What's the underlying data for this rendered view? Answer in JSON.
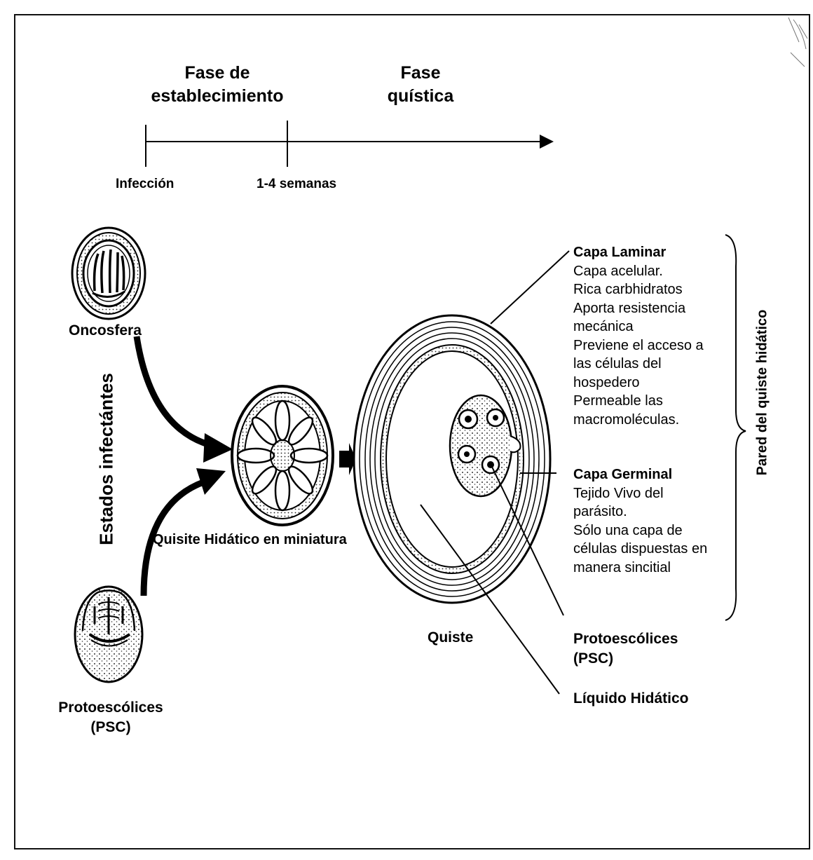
{
  "timeline": {
    "phase_establishment_line1": "Fase de",
    "phase_establishment_line2": "establecimiento",
    "phase_cystic_line1": "Fase",
    "phase_cystic_line2": "quística",
    "tick_infection": "Infección",
    "tick_weeks": "1-4 semanas"
  },
  "stages": {
    "oncosphere": "Oncosfera",
    "protoscolex_line1": "Protoescólices",
    "protoscolex_line2": "(PSC)",
    "infective_states": "Estados infectántes",
    "miniature_cyst": "Quisite Hidático en miniatura",
    "cyst": "Quiste"
  },
  "laminar_layer": {
    "title": "Capa Laminar",
    "lines": [
      "Capa acelular.",
      "Rica  carbhidratos",
      "Aporta resistencia",
      "mecánica",
      "Previene el acceso a",
      "las células del",
      "hospedero",
      "Permeable las",
      "macromoléculas."
    ]
  },
  "germinal_layer": {
    "title": "Capa Germinal",
    "lines": [
      "Tejido Vivo del",
      "parásito.",
      "Sólo una capa de",
      "células dispuestas en",
      "manera sincitial"
    ]
  },
  "cyst_labels": {
    "protoscolex_line1": "Protoescólices",
    "protoscolex_line2": "(PSC)",
    "hydatid_fluid": "Líquido Hidático"
  },
  "wall_label": "Pared del quiste hidático",
  "colors": {
    "ink": "#000000",
    "stipple": "#333333",
    "background": "#ffffff"
  }
}
